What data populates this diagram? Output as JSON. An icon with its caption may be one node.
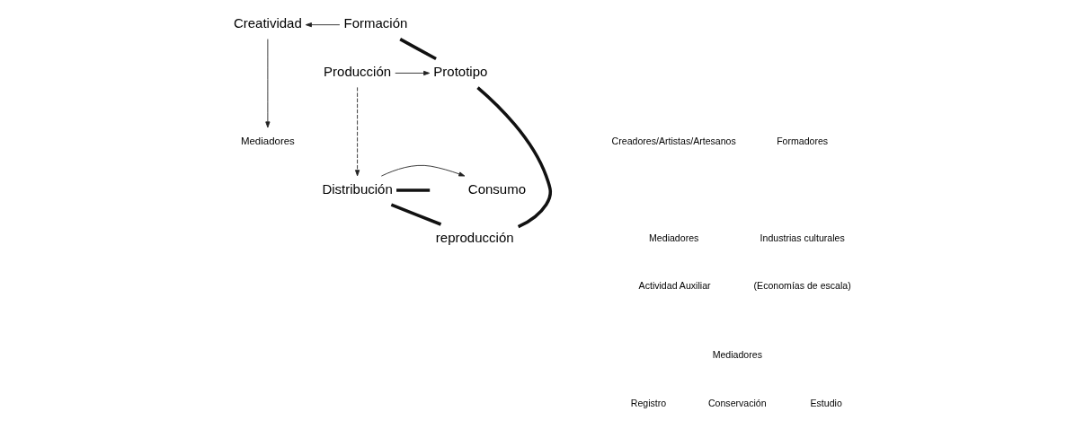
{
  "diagram": {
    "nodes": [
      {
        "text": [
          "Creatividad"
        ]
      },
      {
        "text": [
          "Formación"
        ]
      },
      {
        "text": [
          "Mediadores"
        ]
      },
      {
        "text": [
          "Producción"
        ]
      },
      {
        "text": [
          "Prototipo"
        ]
      },
      {
        "text": [
          "reproducción"
        ]
      },
      {
        "text": [
          "Distribución"
        ]
      },
      {
        "text": [
          "Consumo"
        ]
      }
    ],
    "edges": [
      {
        "from": 1,
        "to": 0,
        "arrow": "to"
      },
      {
        "from": 0,
        "to": 2,
        "arrow": "to"
      },
      {
        "from": 3,
        "to": 4,
        "arrow": "to"
      },
      {
        "from": 3,
        "to": 6,
        "arrow": "to",
        "style": "dashed"
      },
      {
        "from": 6,
        "to": 7,
        "arrow": "to"
      },
      {
        "from": null,
        "to": 6,
        "arrow": "none",
        "style": "thick"
      },
      {
        "from": 6,
        "to": 5,
        "arrow": "none",
        "style": "thick"
      },
      {
        "from": 5,
        "to": 4,
        "arrow": "none",
        "style": "thick"
      },
      {
        "from": 4,
        "to": 1,
        "arrow": "none",
        "style": "thick"
      }
    ],
    "labels": [
      "Creadores/Artistas/Artesanos",
      "Formadores",
      "Mediadores",
      "Industrias culturales",
      "Actividad Auxiliar",
      "(Economías de escala)",
      "Mediadores",
      "Registro",
      "Conservación",
      "Estudio"
    ]
  }
}
